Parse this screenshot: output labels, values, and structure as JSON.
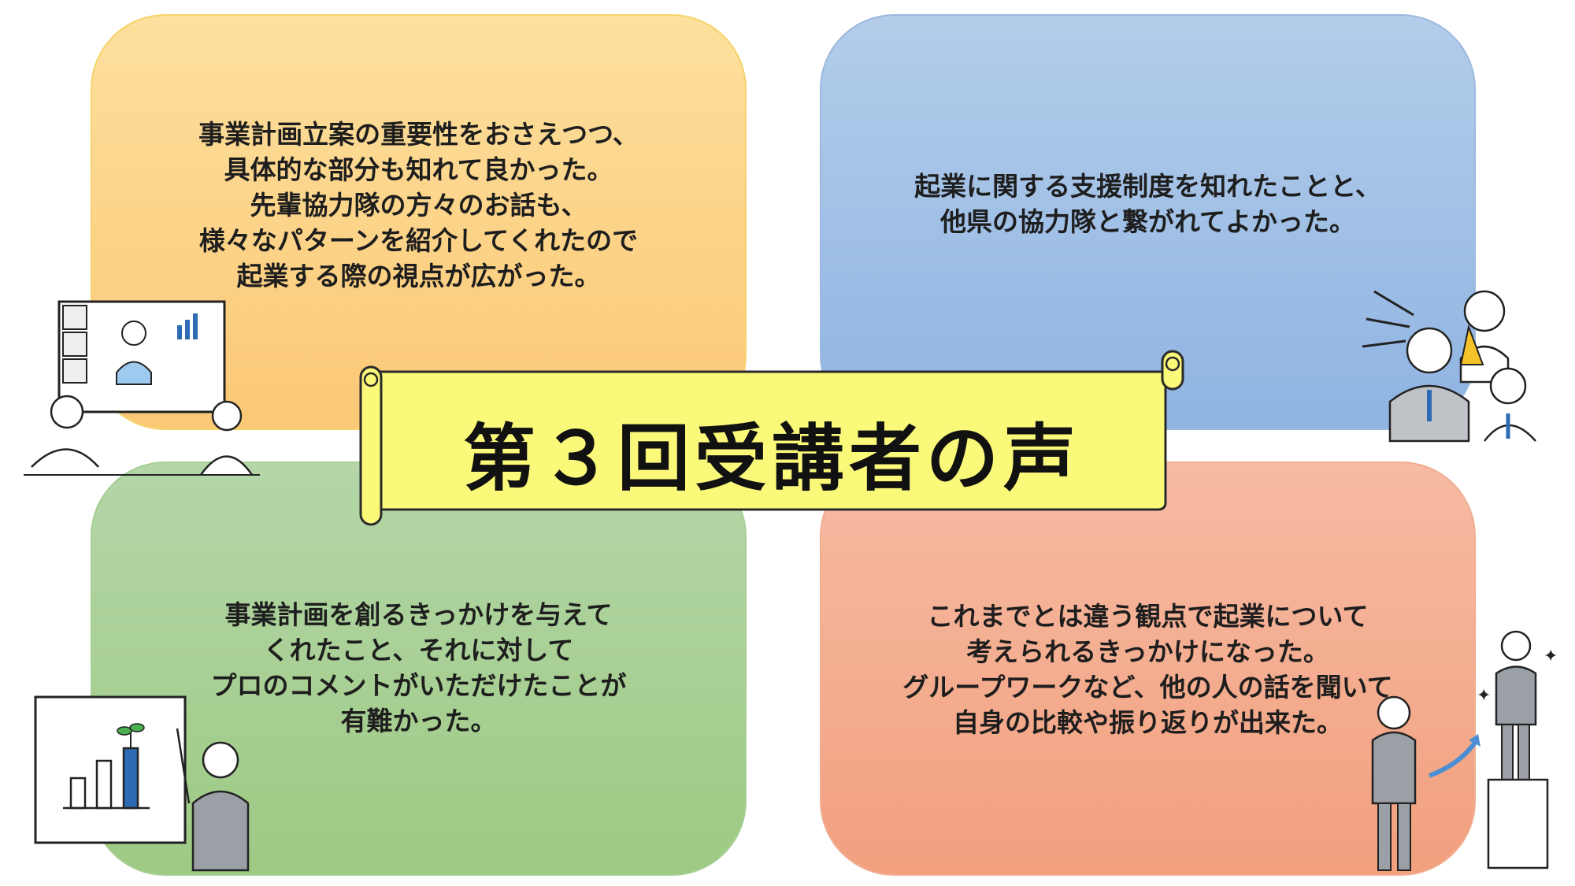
{
  "title": "第３回受講者の声",
  "cards": [
    {
      "id": "tl",
      "text": "事業計画立案の重要性をおさえつつ、\n具体的な部分も知れて良かった。\n先輩協力隊の方々のお話も、\n様々なパターンを紹介してくれたので\n起業する際の視点が広がった。",
      "color": "#fbc875"
    },
    {
      "id": "tr",
      "text": "起業に関する支援制度を知れたことと、\n他県の協力隊と繋がれてよかった。",
      "color": "#8fb4e2"
    },
    {
      "id": "bl",
      "text": "事業計画を創るきっかけを与えて\nくれたこと、それに対して\nプロのコメントがいただけたことが\n有難かった。",
      "color": "#9dca83"
    },
    {
      "id": "br",
      "text": "これまでとは違う観点で起業について\n考えられるきっかけになった。\nグループワークなど、他の人の話を聞いて\n自身の比較や振り返りが出来た。",
      "color": "#f2a07e"
    }
  ],
  "banner_color": "#fbf97a",
  "icons": [
    "online-meeting-illustration",
    "cheering-team-illustration",
    "growth-chart-presenter-illustration",
    "career-step-up-illustration"
  ]
}
